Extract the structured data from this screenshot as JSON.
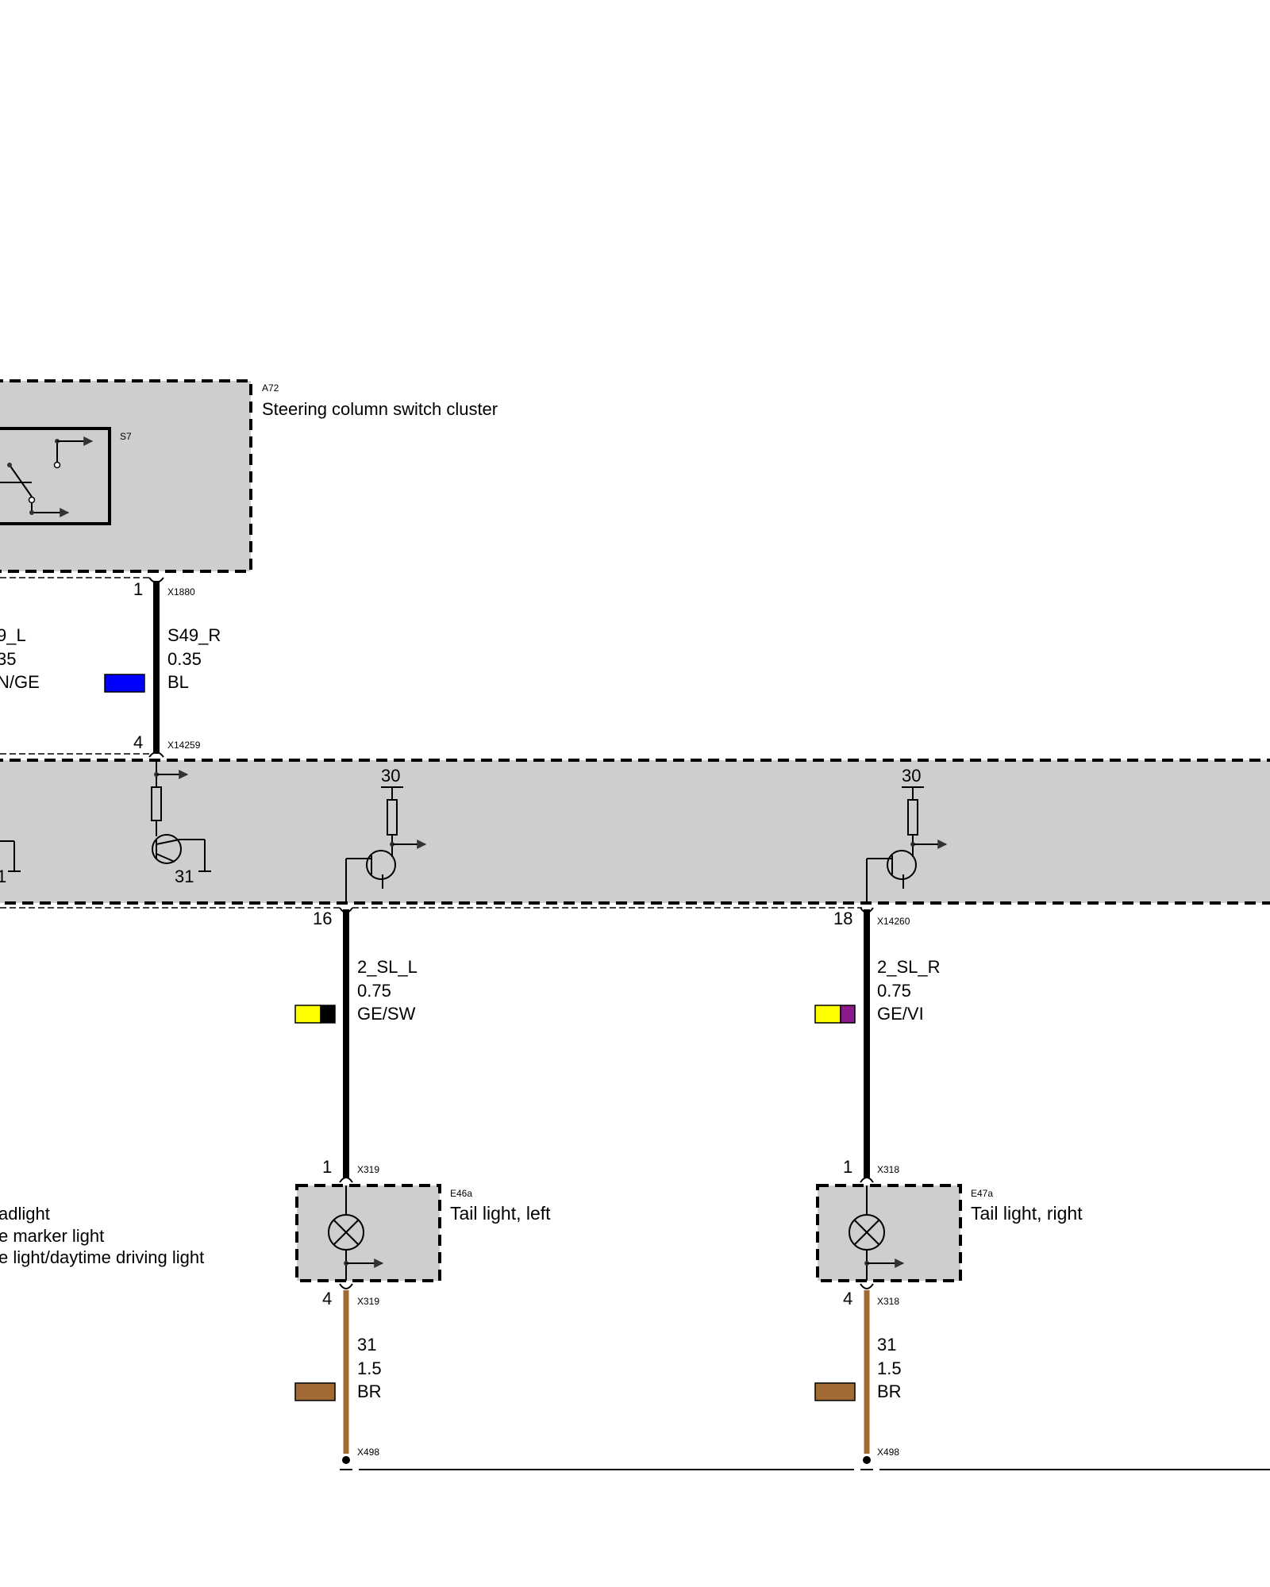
{
  "components": {
    "a72": {
      "id": "A72",
      "title": "Steering column switch cluster"
    },
    "s7": {
      "id": "S7"
    },
    "e46a": {
      "id": "E46a",
      "title": "Tail light, left"
    },
    "e47a": {
      "id": "E47a",
      "title": "Tail light, right"
    }
  },
  "connectors": {
    "x1880_pin": "1",
    "x1880": "X1880",
    "x14259_pin": "4",
    "x14259": "X14259",
    "pin16": "16",
    "pin18": "18",
    "x14260": "X14260",
    "x319_top_pin": "1",
    "x319_top": "X319",
    "x319_bot_pin": "4",
    "x319_bot": "X319",
    "x318_top_pin": "1",
    "x318_top": "X318",
    "x318_bot_pin": "4",
    "x318_bot": "X318",
    "x498_left": "X498",
    "x498_right": "X498"
  },
  "wires": {
    "s49_l": {
      "name": "9_L",
      "size": "35",
      "color": "N/GE"
    },
    "s49_r": {
      "name": "S49_R",
      "size": "0.35",
      "color": "BL",
      "swatch": [
        "#0000ff"
      ]
    },
    "sl_l": {
      "name": "2_SL_L",
      "size": "0.75",
      "color": "GE/SW",
      "swatch": [
        "#ffff00",
        "#000000"
      ]
    },
    "sl_r": {
      "name": "2_SL_R",
      "size": "0.75",
      "color": "GE/VI",
      "swatch": [
        "#ffff00",
        "#8b1a8b"
      ]
    },
    "gnd_l": {
      "name": "31",
      "size": "1.5",
      "color": "BR",
      "swatch": [
        "#a26a33"
      ]
    },
    "gnd_r": {
      "name": "31",
      "size": "1.5",
      "color": "BR",
      "swatch": [
        "#a26a33"
      ]
    }
  },
  "module": {
    "supply_left": "30",
    "supply_right": "30",
    "ground_label_a": "31",
    "ground_label_b": "1"
  },
  "legend": {
    "line1": "adlight",
    "line2": "e marker light",
    "line3": "e light/daytime driving light"
  }
}
